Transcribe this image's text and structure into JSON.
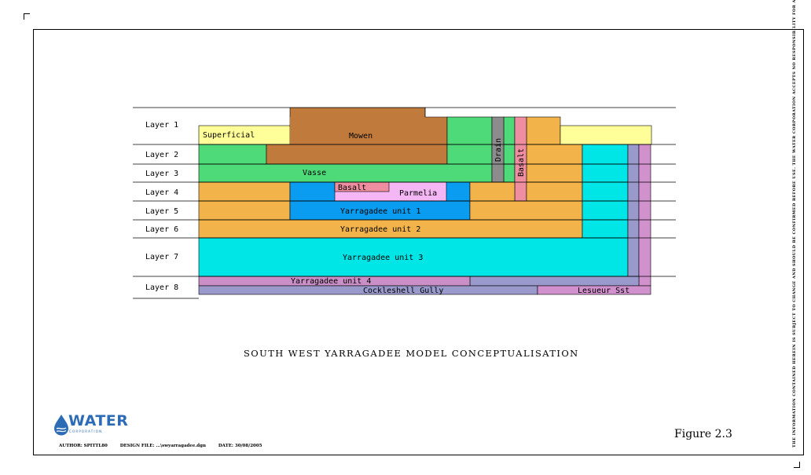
{
  "title": "SOUTH WEST YARRAGADEE MODEL CONCEPTUALISATION",
  "figure_label": "Figure 2.3",
  "footer": {
    "author": "AUTHOR: SPITTL80",
    "design_file": "DESIGN FILE: ...\\swyarragadee.dgn",
    "date": "DATE: 30/08/2005"
  },
  "logo": {
    "word": "WATER",
    "sub": "CORPORATION"
  },
  "disclaimer": "THE INFORMATION CONTAINED HEREIN IS SUBJECT TO CHANGE AND SHOULD BE CONFIRMED BEFORE USE. THE WATER CORPORATION ACCEPTS NO RESPONSIBILITY FOR ANY ERRORS OR OMISSIONS.",
  "layers": [
    "Layer 1",
    "Layer 2",
    "Layer 3",
    "Layer 4",
    "Layer 5",
    "Layer 6",
    "Layer 7",
    "Layer 8"
  ],
  "units": {
    "superficial": "Superficial",
    "mowen": "Mowen",
    "vasse": "Vasse",
    "drain": "Drain",
    "basalt_vertical": "Basalt",
    "basalt": "Basalt",
    "parmelia": "Parmelia",
    "yarragadee_1": "Yarragadee unit 1",
    "yarragadee_2": "Yarragadee unit 2",
    "yarragadee_3": "Yarragadee unit 3",
    "yarragadee_4": "Yarragadee unit 4",
    "cockleshell": "Cockleshell Gully",
    "lesueur": "Lesueur Sst"
  },
  "colors": {
    "superficial": "#ffff99",
    "mowen": "#c07b3c",
    "vasse": "#4fda7a",
    "yarragadee_upper": "#f2b44a",
    "yarragadee_1": "#0a9cf0",
    "yarragadee_3": "#00e6e6",
    "basalt": "#ef8ea0",
    "parmelia": "#f4b6f4",
    "drain": "#8c8c8c",
    "yarragadee_4": "#c98fc6",
    "cockleshell": "#9999cc",
    "lesueur": "#d091cd"
  }
}
